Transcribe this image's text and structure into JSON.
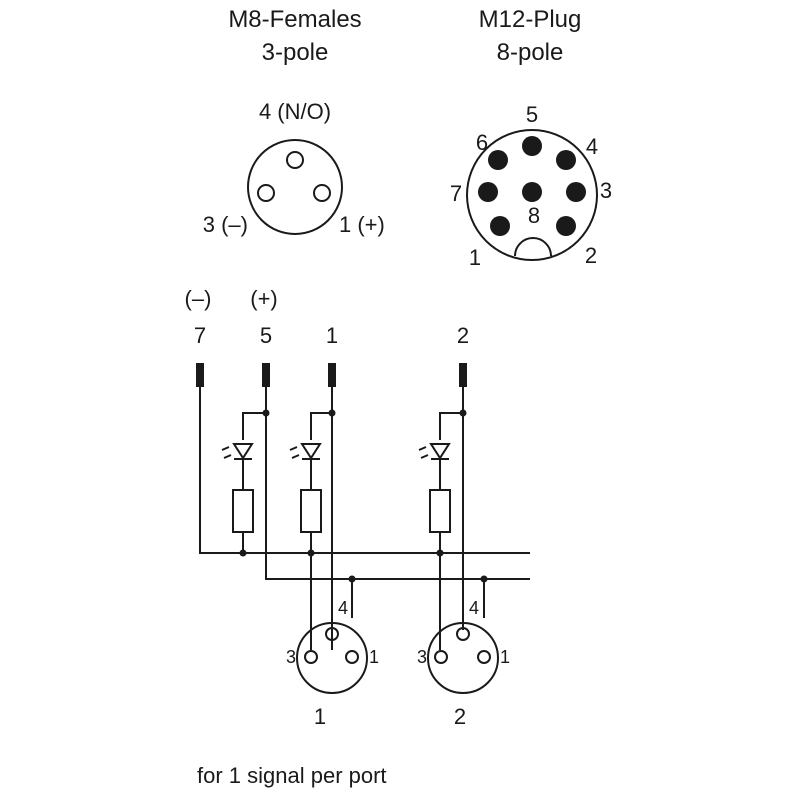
{
  "m8": {
    "title": "M8-Females",
    "subtitle": "3-pole",
    "pin4": "4 (N/O)",
    "pin3": "3 (–)",
    "pin1": "1 (+)"
  },
  "m12": {
    "title": "M12-Plug",
    "subtitle": "8-pole",
    "pins": {
      "p1": "1",
      "p2": "2",
      "p3": "3",
      "p4": "4",
      "p5": "5",
      "p6": "6",
      "p7": "7",
      "p8": "8"
    }
  },
  "wiring": {
    "pol_minus": "(–)",
    "pol_plus": "(+)",
    "wires": {
      "w7": "7",
      "w5": "5",
      "w1": "1",
      "w2": "2"
    },
    "port1": {
      "pin4": "4",
      "pin3": "3",
      "pin1": "1",
      "label": "1"
    },
    "port2": {
      "pin4": "4",
      "pin3": "3",
      "pin1": "1",
      "label": "2"
    }
  },
  "footer": "for 1 signal per port"
}
